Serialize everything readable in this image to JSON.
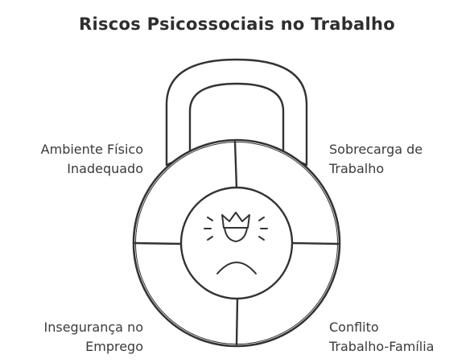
{
  "title": "Riscos Psicossociais no Trabalho",
  "quadrants": {
    "top_left": {
      "lines": [
        "Ambiente Físico",
        "Inadequado"
      ]
    },
    "top_right": {
      "lines": [
        "Sobrecarga de",
        "Trabalho"
      ]
    },
    "bottom_left": {
      "lines": [
        "Insegurança no",
        "Emprego"
      ]
    },
    "bottom_right": {
      "lines": [
        "Conflito",
        "Trabalho-Família"
      ]
    }
  },
  "colors": {
    "stroke": "#333333",
    "fill": "#ffffff"
  },
  "center_icon": "stressed-crowned-face-icon"
}
